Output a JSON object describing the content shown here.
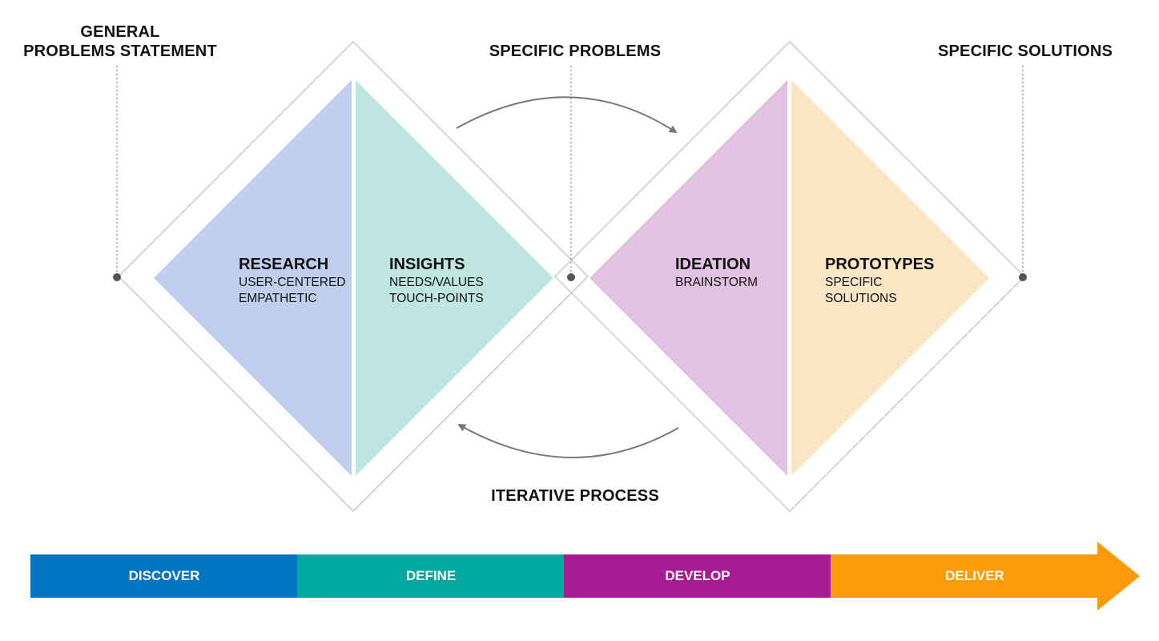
{
  "labels": {
    "general_line1": "GENERAL",
    "general_line2": "PROBLEMS STATEMENT",
    "specific_problems": "SPECIFIC PROBLEMS",
    "specific_solutions": "SPECIFIC SOLUTIONS",
    "iterative_process": "ITERATIVE PROCESS"
  },
  "phases": [
    {
      "title": "RESEARCH",
      "lines": [
        "USER-CENTERED",
        "EMPATHETIC"
      ],
      "color": "#c1cfee"
    },
    {
      "title": "INSIGHTS",
      "lines": [
        "NEEDS/VALUES",
        "TOUCH-POINTS"
      ],
      "color": "#bfe6e1"
    },
    {
      "title": "IDEATION",
      "lines": [
        "BRAINSTORM"
      ],
      "color": "#e2c2e2"
    },
    {
      "title": "PROTOTYPES",
      "lines": [
        "SPECIFIC",
        "SOLUTIONS"
      ],
      "color": "#fde6c6"
    }
  ],
  "stages": [
    {
      "label": "DISCOVER",
      "color": "#0075c4"
    },
    {
      "label": "DEFINE",
      "color": "#00a8a0"
    },
    {
      "label": "DEVELOP",
      "color": "#a91b92"
    },
    {
      "label": "DELIVER",
      "color": "#fb9a0a"
    }
  ]
}
